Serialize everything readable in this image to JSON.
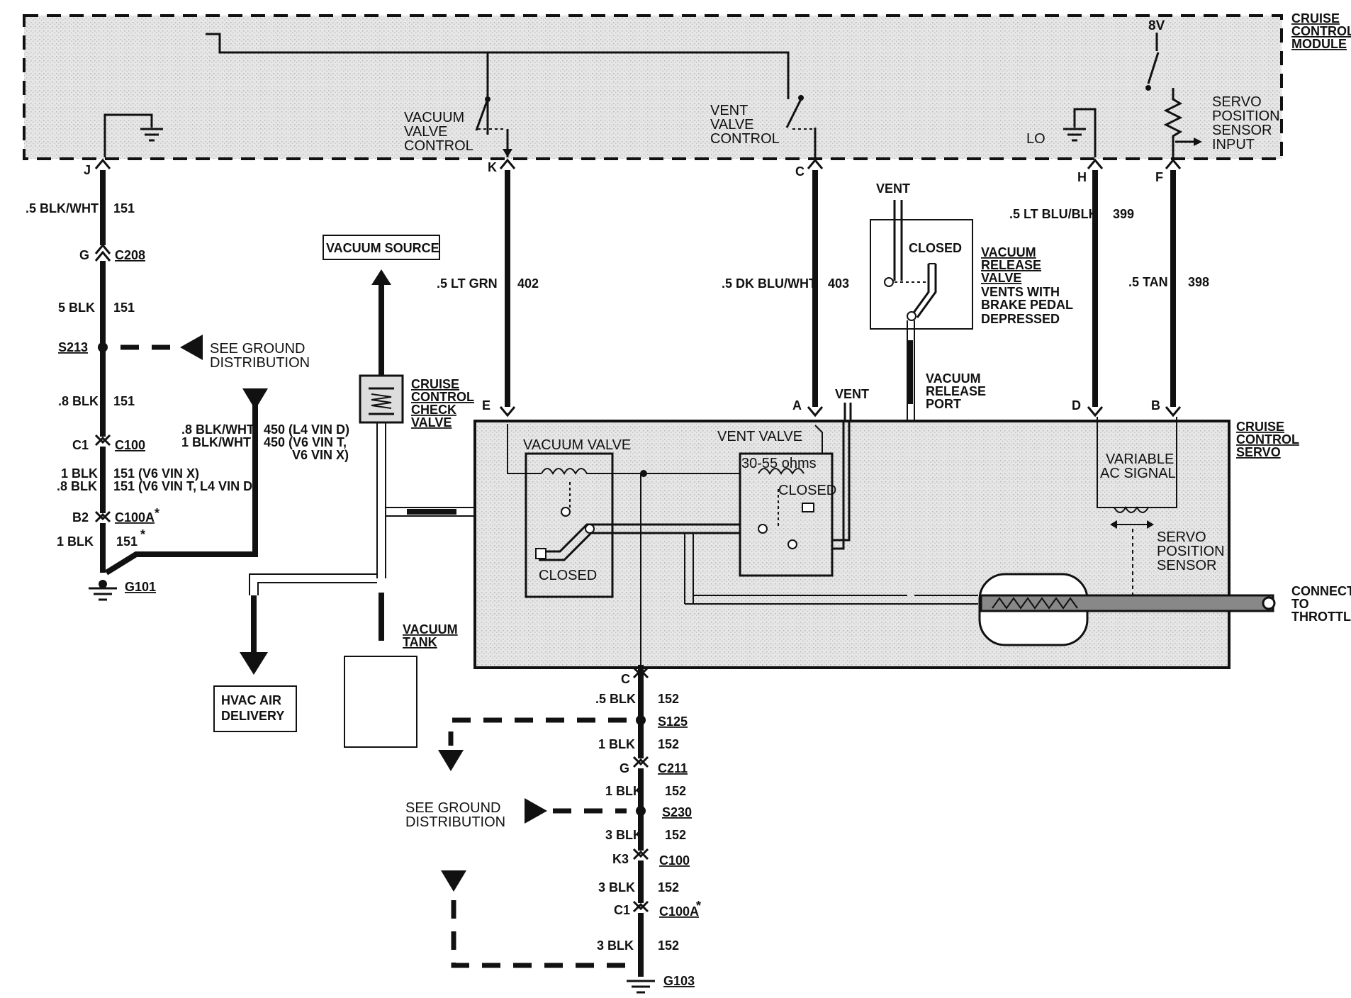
{
  "module": {
    "title": [
      "CRUISE",
      "CONTROL",
      "MODULE"
    ],
    "supply": "8V",
    "vacuum_valve_control": [
      "VACUUM",
      "VALVE",
      "CONTROL"
    ],
    "vent_valve_control": [
      "VENT",
      "VALVE",
      "CONTROL"
    ],
    "lo": "LO",
    "servo_position_sensor_input": [
      "SERVO",
      "POSITION",
      "SENSOR",
      "INPUT"
    ]
  },
  "pins": {
    "j": "J",
    "k": "K",
    "c": "C",
    "h": "H",
    "f": "F",
    "e": "E",
    "a": "A",
    "d": "D",
    "b": "B",
    "c_bottom": "C"
  },
  "left_ground": {
    "w1_gauge": ".5 BLK/WHT",
    "w1_circuit": "151",
    "c208_pin": "G",
    "c208": "C208",
    "w2_gauge": "5 BLK",
    "w2_circuit": "151",
    "s213": "S213",
    "see_ground": [
      "SEE GROUND",
      "DISTRIBUTION"
    ],
    "w3_gauge": ".8 BLK",
    "w3_circuit": "151",
    "c100_pin": "C1",
    "c100": "C100",
    "w4_gauge_a": "1 BLK",
    "w4_circuit_a": "151 (V6 VIN X)",
    "w4_gauge_b": ".8 BLK",
    "w4_circuit_b": "151 (V6 VIN T, L4 VIN D)",
    "c100a_pin": "B2",
    "c100a": "C100A",
    "w5_gauge": "1 BLK",
    "w5_circuit": "151",
    "g101": "G101",
    "alt_gauge_a": ".8 BLK/WHT",
    "alt_circuit_a": "450 (L4 VIN D)",
    "alt_gauge_b": "1 BLK/WHT",
    "alt_circuit_b": "450 (V6 VIN T,",
    "alt_circuit_c": "V6 VIN X)",
    "star": "*"
  },
  "vacuum": {
    "source": "VACUUM SOURCE",
    "check_valve": [
      "CRUISE",
      "CONTROL",
      "CHECK",
      "VALVE"
    ],
    "hvac": [
      "HVAC AIR",
      "DELIVERY"
    ],
    "tank": [
      "VACUUM",
      "TANK"
    ]
  },
  "wires": {
    "k_gauge": ".5 LT GRN",
    "k_circuit": "402",
    "c_gauge": ".5 DK BLU/WHT",
    "c_circuit": "403",
    "h_gauge": ".5 LT BLU/BLK",
    "h_circuit": "399",
    "f_gauge": ".5 TAN",
    "f_circuit": "398"
  },
  "release_valve": {
    "vent": "VENT",
    "closed": "CLOSED",
    "title": [
      "VACUUM",
      "RELEASE",
      "VALVE"
    ],
    "desc": [
      "VENTS WITH",
      "BRAKE PEDAL",
      "DEPRESSED"
    ],
    "port": [
      "VACUUM",
      "RELEASE",
      "PORT"
    ]
  },
  "servo": {
    "title": [
      "CRUISE",
      "CONTROL",
      "SERVO"
    ],
    "vacuum_valve": "VACUUM VALVE",
    "vacuum_closed": "CLOSED",
    "vent_valve": "VENT VALVE",
    "ohms": "30-55 ohms",
    "vent_closed": "CLOSED",
    "vent": "VENT",
    "variable_ac": [
      "VARIABLE",
      "AC SIGNAL"
    ],
    "sensor": [
      "SERVO",
      "POSITION",
      "SENSOR"
    ],
    "throttle": [
      "CONNECTS",
      "TO",
      "THROTTLE"
    ]
  },
  "bottom_ground": {
    "w1_gauge": ".5 BLK",
    "w1_circuit": "152",
    "s125": "S125",
    "w2_gauge": "1 BLK",
    "w2_circuit": "152",
    "c211_pin": "G",
    "c211": "C211",
    "w3_gauge": "1 BLK",
    "w3_circuit": "152",
    "see_ground": [
      "SEE GROUND",
      "DISTRIBUTION"
    ],
    "s230": "S230",
    "w4_gauge": "3 BLK",
    "w4_circuit": "152",
    "c100_pin": "K3",
    "c100": "C100",
    "w5_gauge": "3 BLK",
    "w5_circuit": "152",
    "c100a_pin": "C1",
    "c100a": "C100A",
    "star": "*",
    "w6_gauge": "3 BLK",
    "w6_circuit": "152",
    "g103": "G103"
  }
}
